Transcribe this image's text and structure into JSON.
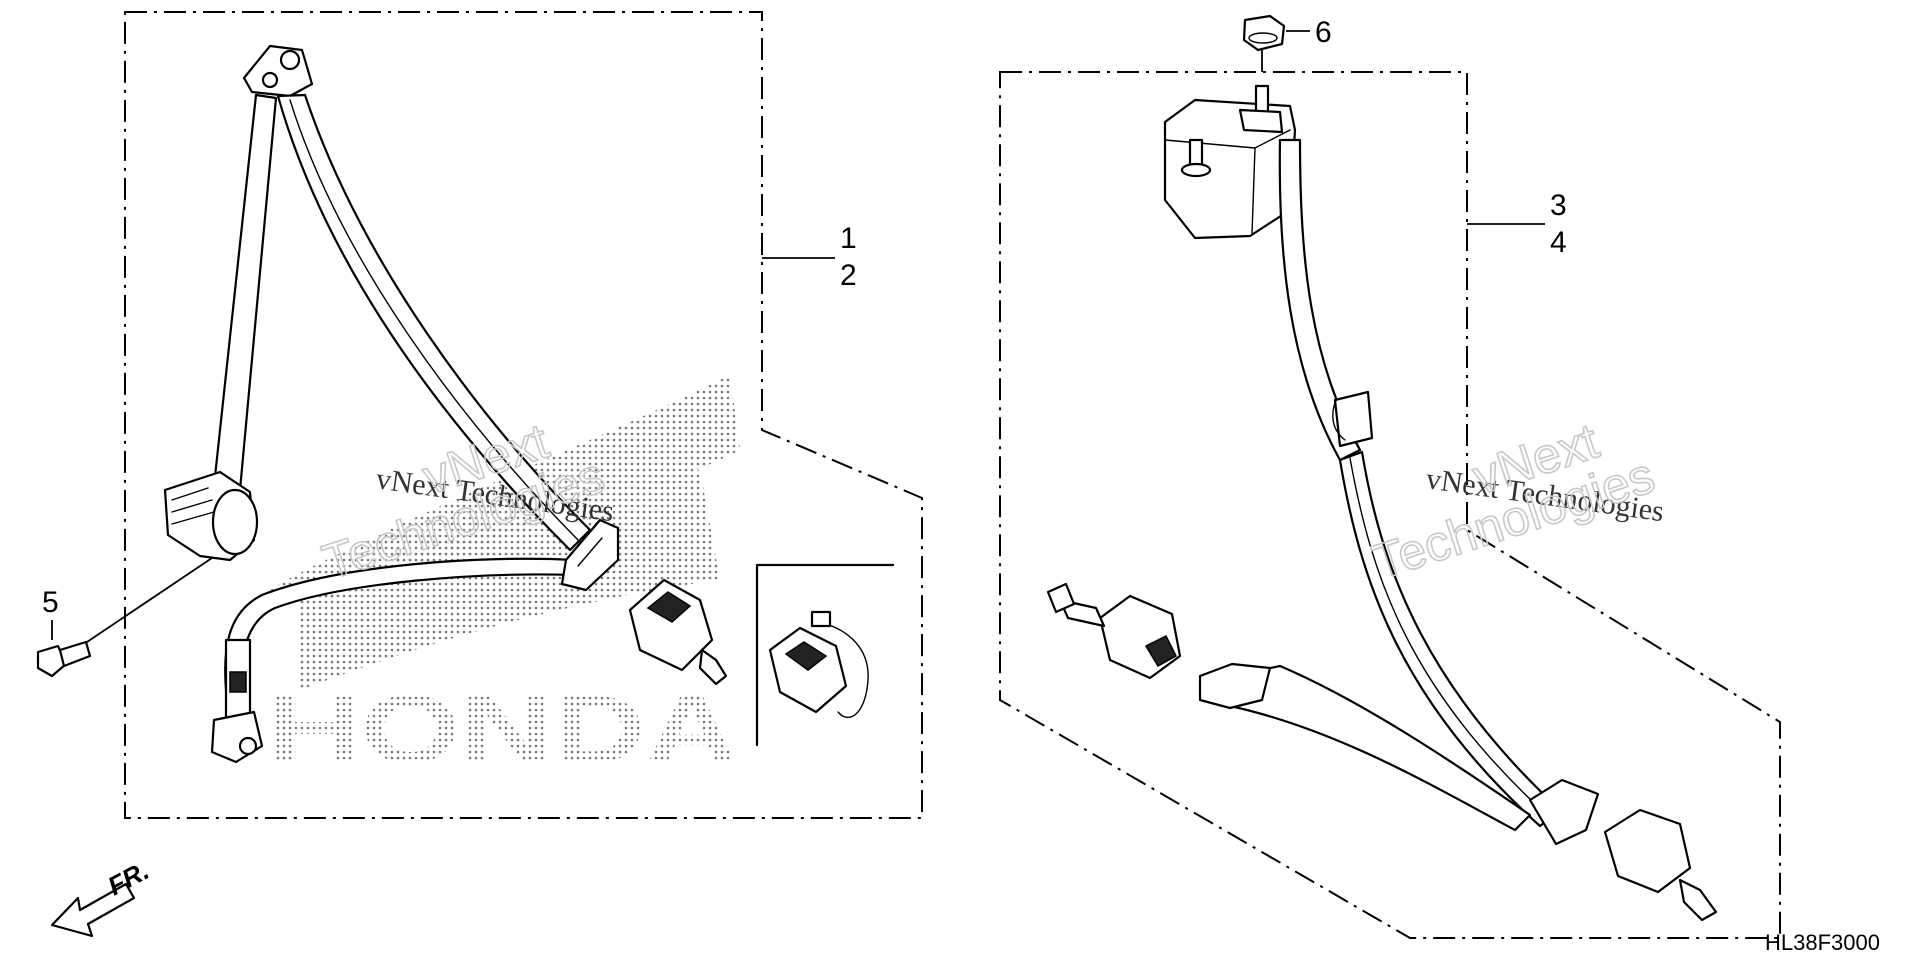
{
  "callouts": {
    "c1": "1",
    "c2": "2",
    "c3": "3",
    "c4": "4",
    "c5": "5",
    "c6": "6"
  },
  "watermark": {
    "line_serif": "vNext Technologies",
    "line_vnext": "vNext",
    "line_technologies": "Technologies",
    "brand": "HONDA"
  },
  "direction_label": "FR.",
  "diagram_code": "HL38F3000"
}
